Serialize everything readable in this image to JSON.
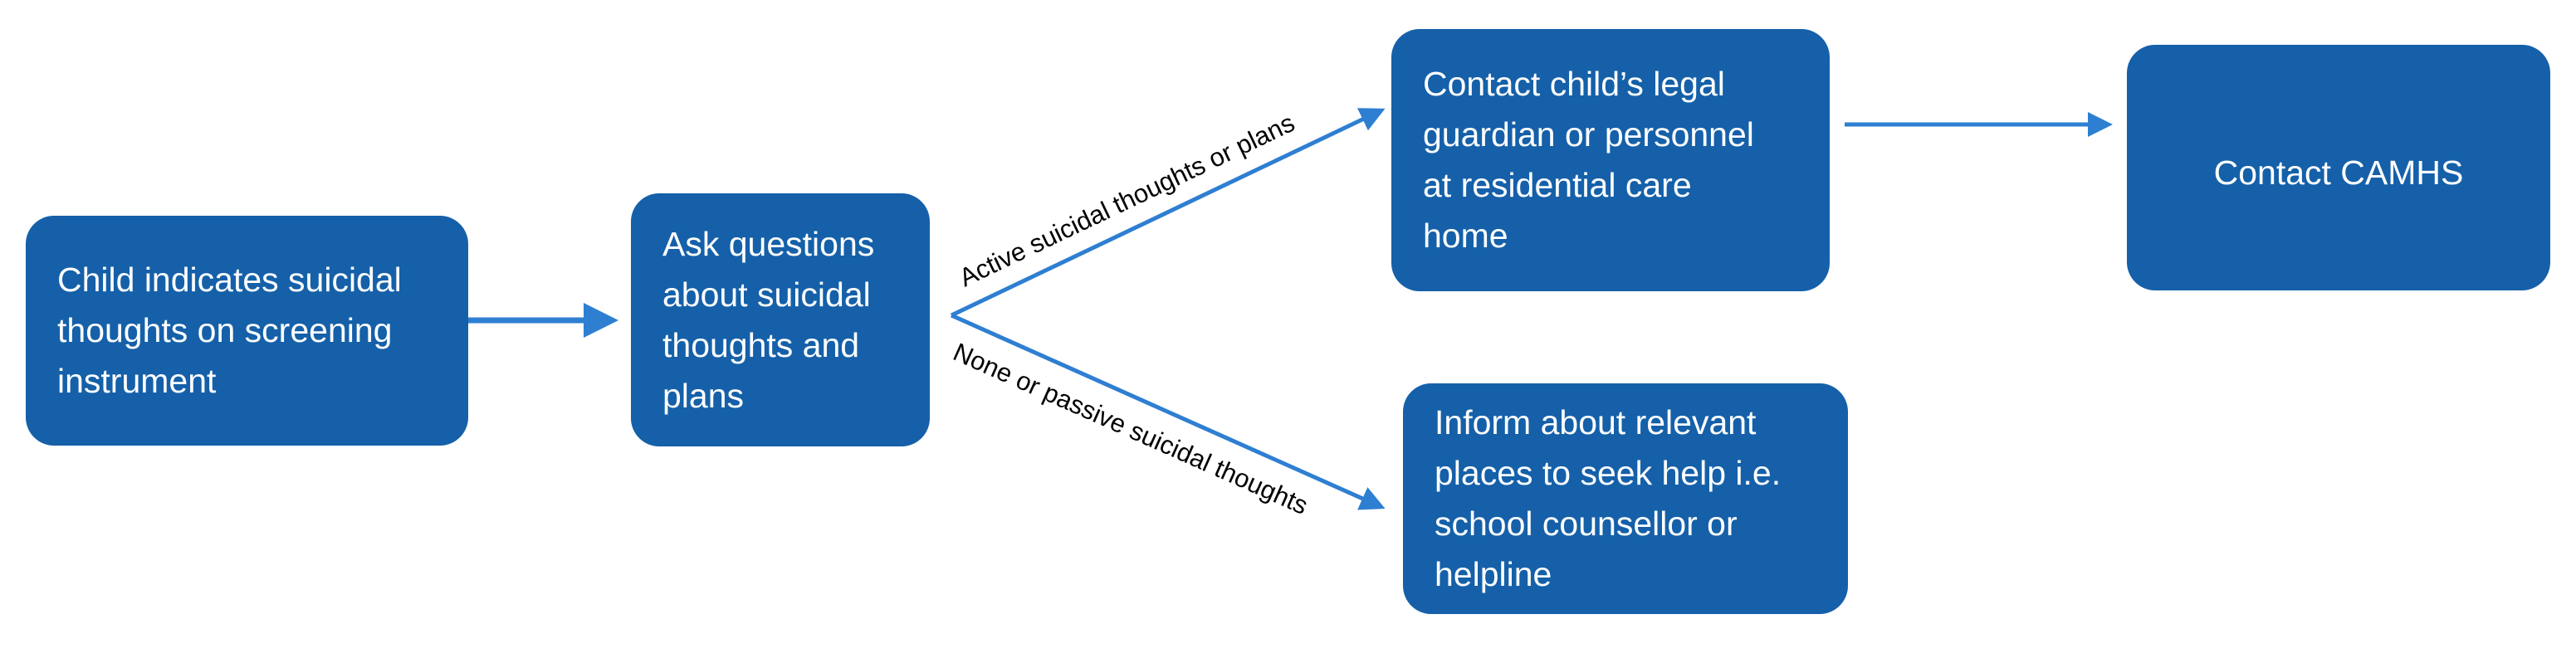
{
  "colors": {
    "node_fill": "#1560A9",
    "arrow": "#2E7FD2",
    "node_text": "#FFFFFF",
    "label_text": "#000000"
  },
  "nodes": {
    "start": {
      "lines": [
        "Child indicates suicidal",
        "thoughts on screening",
        "instrument"
      ]
    },
    "ask": {
      "lines": [
        "Ask questions",
        "about suicidal",
        "thoughts and",
        "plans"
      ]
    },
    "contact_guardian": {
      "lines": [
        "Contact child’s legal",
        "guardian or personnel",
        "at residential care",
        "home"
      ]
    },
    "contact_camhs": {
      "lines": [
        "Contact CAMHS"
      ]
    },
    "inform": {
      "lines": [
        "Inform about relevant",
        "places to seek help i.e.",
        "school counsellor or",
        "helpline"
      ]
    }
  },
  "edges": {
    "active": {
      "label": "Active suicidal thoughts or plans"
    },
    "passive": {
      "label": "None or passive suicidal thoughts"
    }
  }
}
